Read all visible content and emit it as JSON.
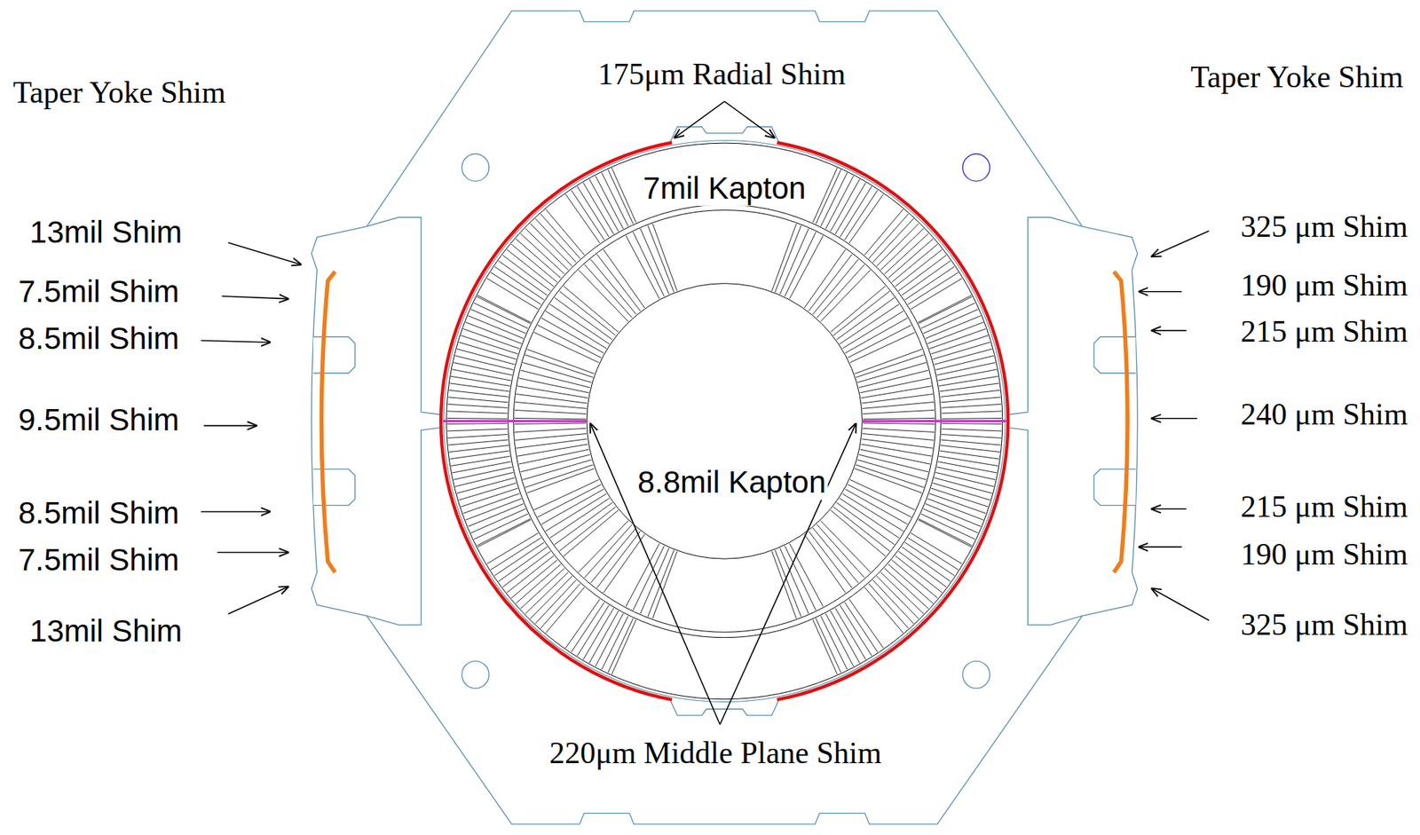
{
  "diagram": {
    "labels": [
      "Taper Yoke Shim",
      "175μm Radial Shim",
      "Taper Yoke Shim",
      "7mil Kapton",
      "13mil Shim",
      "325 μm Shim",
      "7.5mil Shim",
      "190 μm Shim",
      "8.5mil Shim",
      "215 μm Shim",
      "9.5mil Shim",
      "240 μm Shim",
      "8.8mil Kapton",
      "8.5mil Shim",
      "215 μm Shim",
      "7.5mil Shim",
      "190 μm Shim",
      "13mil Shim",
      "325 μm Shim",
      "220μm Middle Plane Shim"
    ]
  }
}
